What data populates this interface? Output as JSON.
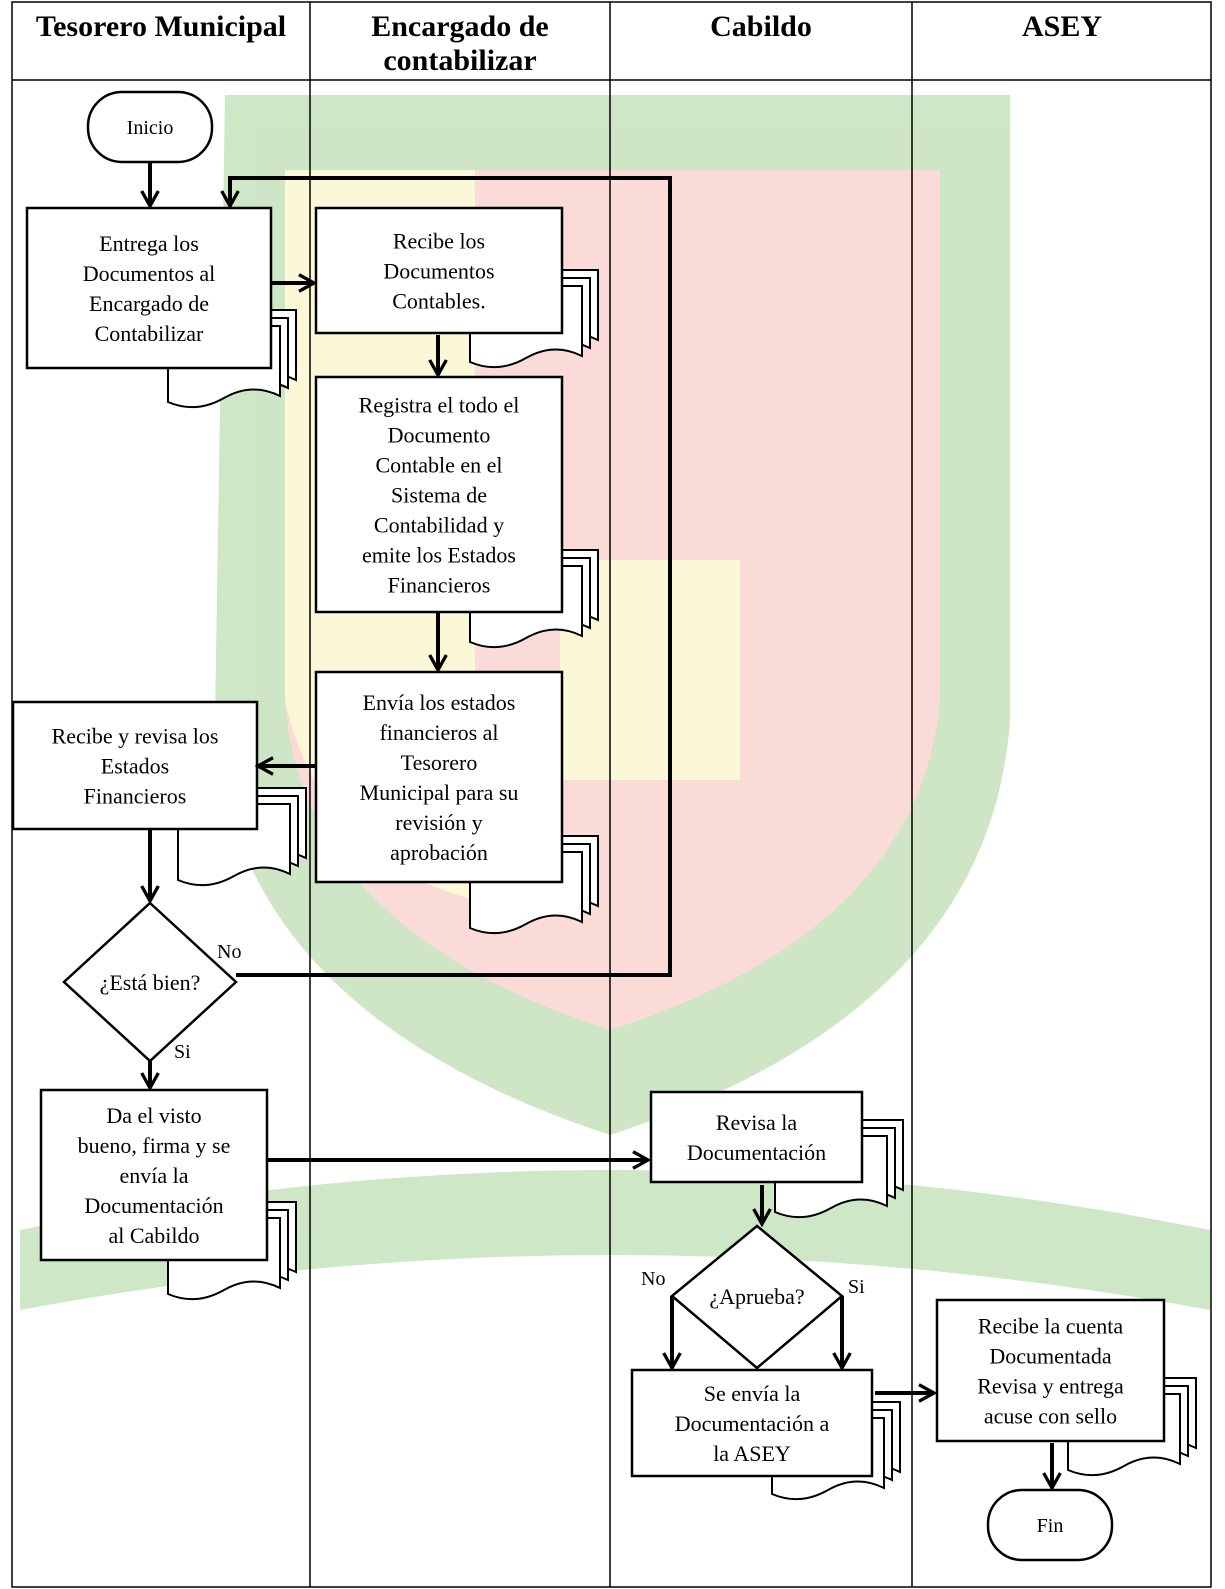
{
  "lanes": [
    "Tesorero Municipal",
    "Encargado de contabilizar",
    "Cabildo",
    "ASEY"
  ],
  "nodes": {
    "inicio": "Inicio",
    "entrega": "Entrega los Documentos al Encargado de Contabilizar",
    "recibe_docs": "Recibe los Documentos Contables.",
    "registra": "Registra el todo el Documento Contable en el Sistema de Contabilidad y emite los Estados Financieros",
    "envia": "Envía los estados financieros al Tesorero Municipal para su revisión y aprobación",
    "recibe_revisa": "Recibe y revisa los Estados Financieros",
    "esta_bien": "¿Está bien?",
    "visto_bueno": "Da el visto bueno, firma y se envía la Documentación al Cabildo",
    "revisa_doc": "Revisa la Documentación",
    "aprueba": "¿Aprueba?",
    "se_envia": "Se envía la Documentación a la ASEY",
    "recibe_cuenta": "Recibe la cuenta Documentada Revisa y entrega acuse con sello",
    "fin": "Fin"
  },
  "labels": {
    "no_1": "No",
    "si_1": "Si",
    "no_2": "No",
    "si_2": "Si"
  },
  "colors": {
    "background_shield_green": "#7fbf6a",
    "background_shield_red": "#f4a29a",
    "background_shield_yellow": "#f6ef9a"
  }
}
